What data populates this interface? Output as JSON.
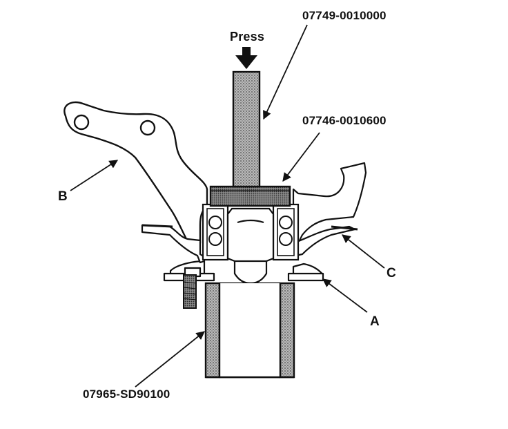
{
  "labels": {
    "press": "Press",
    "tool_press_rod": "07749-0010000",
    "tool_driver_attachment": "07746-0010600",
    "tool_support_base": "07965-SD90100",
    "callout_a": "A",
    "callout_b": "B",
    "callout_c": "C"
  },
  "colors": {
    "ink": "#111111",
    "tool_fill": "#9a9a9a",
    "paper": "#ffffff"
  }
}
